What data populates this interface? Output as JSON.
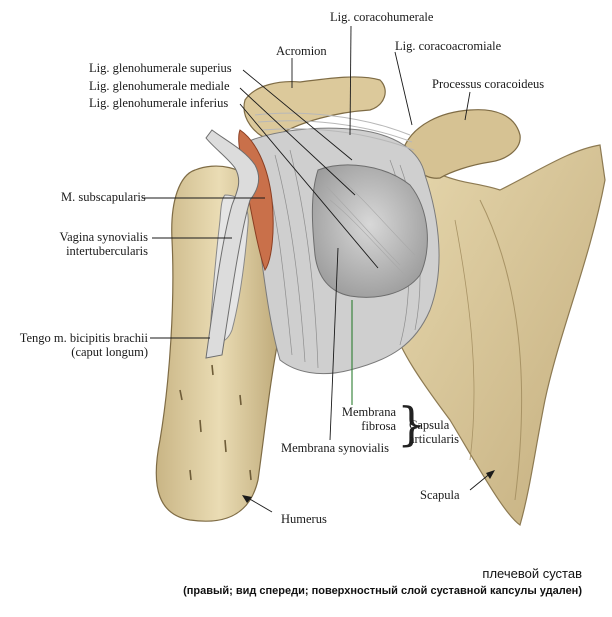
{
  "labels": {
    "lig_coracohumerale": "Lig. coracohumerale",
    "acromion": "Acromion",
    "lig_coracoacromiale": "Lig. coracoacromiale",
    "lig_gh_superius": "Lig. glenohumerale superius",
    "lig_gh_mediale": "Lig. glenohumerale mediale",
    "lig_gh_inferius": "Lig. glenohumerale inferius",
    "processus_coracoideus": "Processus coracoideus",
    "m_subscapularis": "M. subscapularis",
    "vagina_line1": "Vagina synovialis",
    "vagina_line2": "intertubercularis",
    "tendo_line1": "Tengo m. bicipitis brachii",
    "tendo_line2": "(caput longum)",
    "membrana_fibrosa_1": "Membrana",
    "membrana_fibrosa_2": "fibrosa",
    "membrana_synovialis": "Membrana synovialis",
    "capsula_1": "Capsula",
    "capsula_2": "articularis",
    "scapula": "Scapula",
    "humerus": "Humerus"
  },
  "caption": {
    "title": "плечевой сустав",
    "subtitle": "(правый; вид спереди; поверхностный слой суставной капсулы удален)"
  },
  "colors": {
    "bone": "#e3d3a8",
    "bone_shadow": "#b9a57a",
    "capsule": "#cfcfcf",
    "muscle": "#c9704a",
    "tendon": "#d8d8d8",
    "membrane_line": "#2e7d32"
  }
}
